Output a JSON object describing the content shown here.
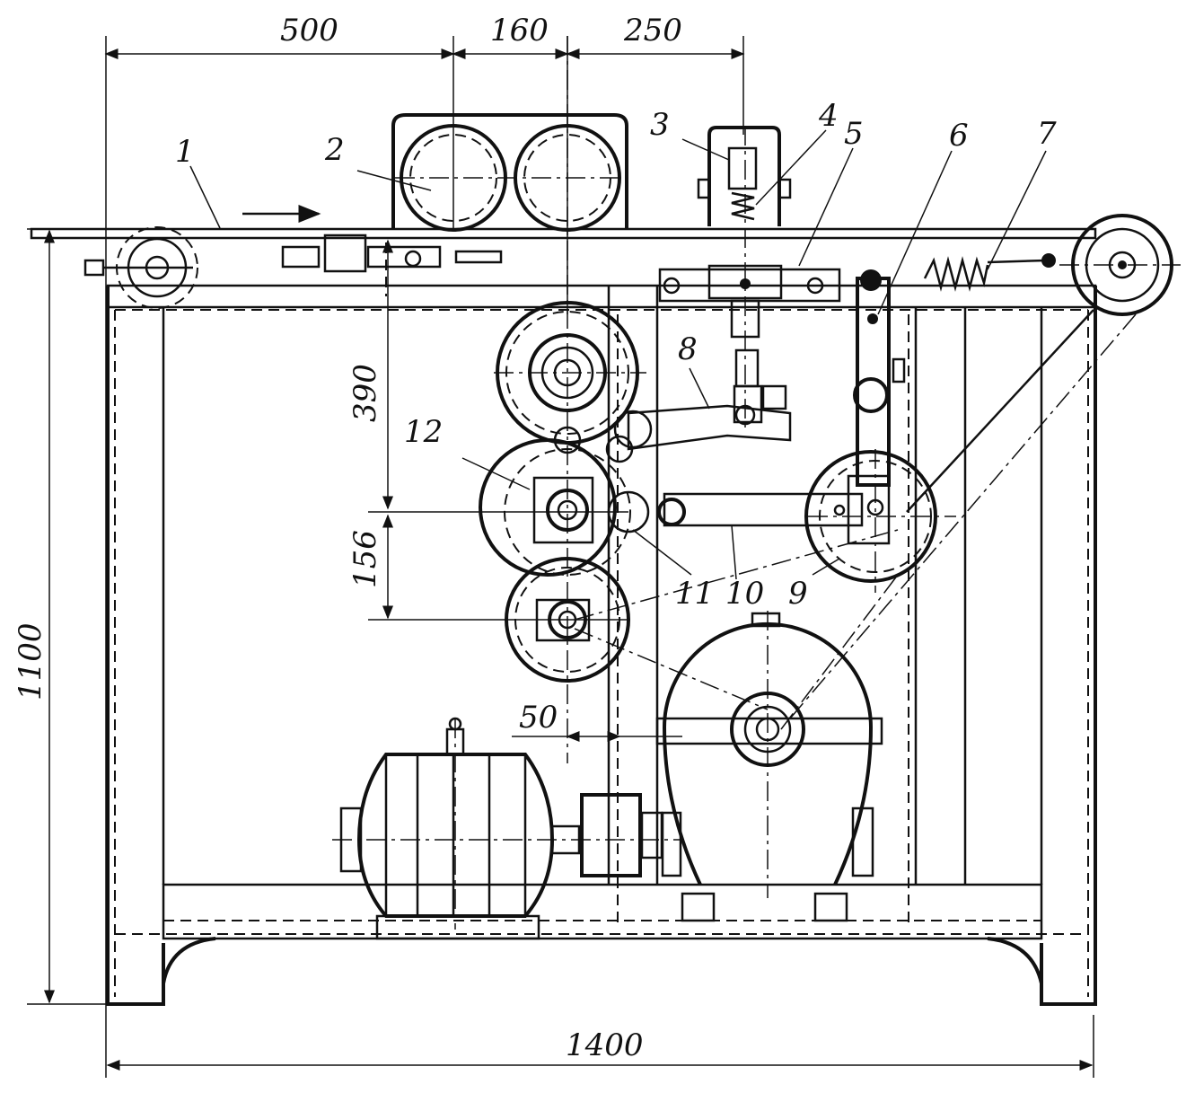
{
  "dimensions": {
    "top_500": "500",
    "top_160": "160",
    "top_250": "250",
    "vert_390": "390",
    "vert_156": "156",
    "height_1100": "1100",
    "offset_50": "50",
    "width_1400": "1400"
  },
  "callouts": {
    "c1": "1",
    "c2": "2",
    "c3": "3",
    "c4": "4",
    "c5": "5",
    "c6": "6",
    "c7": "7",
    "c8": "8",
    "c9": "9",
    "c10": "10",
    "c11": "11",
    "c12": "12"
  }
}
